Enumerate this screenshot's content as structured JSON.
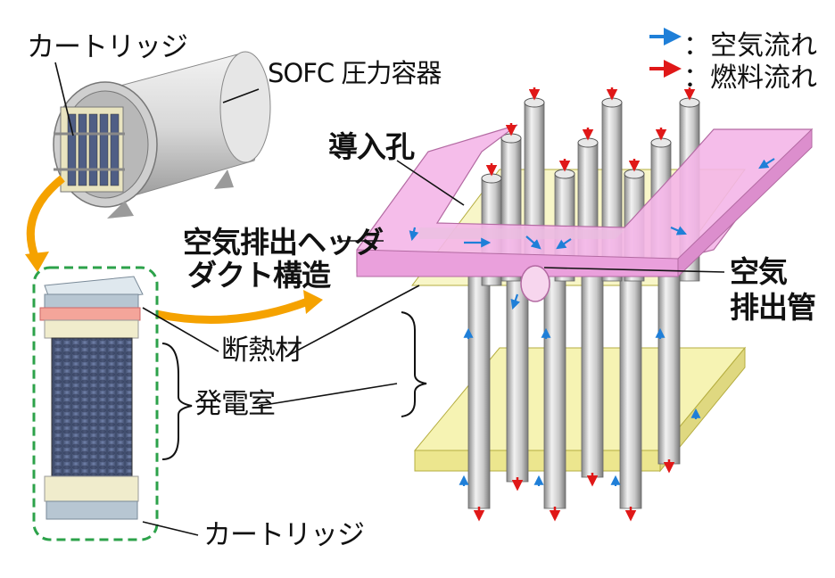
{
  "labels": {
    "cartridge_top": "カートリッジ",
    "sofc_vessel": "SOFC 圧力容器",
    "intro_hole": "導入孔",
    "header_duct_line1": "空気排出ヘッダ",
    "header_duct_line2": "ダクト構造",
    "air_exhaust_line1": "空気",
    "air_exhaust_line2": "排出管",
    "insulation": "断熱材",
    "power_room": "発電室",
    "cartridge_bottom": "カートリッジ"
  },
  "legend": {
    "air_flow": "：空気流れ",
    "fuel_flow": "：燃料流れ",
    "air_color": "#1f7fd8",
    "fuel_color": "#e01818"
  },
  "colors": {
    "pink_duct": "#f4b6e8",
    "yellow_plate": "#f3ef9a",
    "tube": "#d6d6d6",
    "stack_blue": "#5a6a8e",
    "dashed_green": "#2ca24a",
    "orange_arrow": "#f5a200"
  }
}
